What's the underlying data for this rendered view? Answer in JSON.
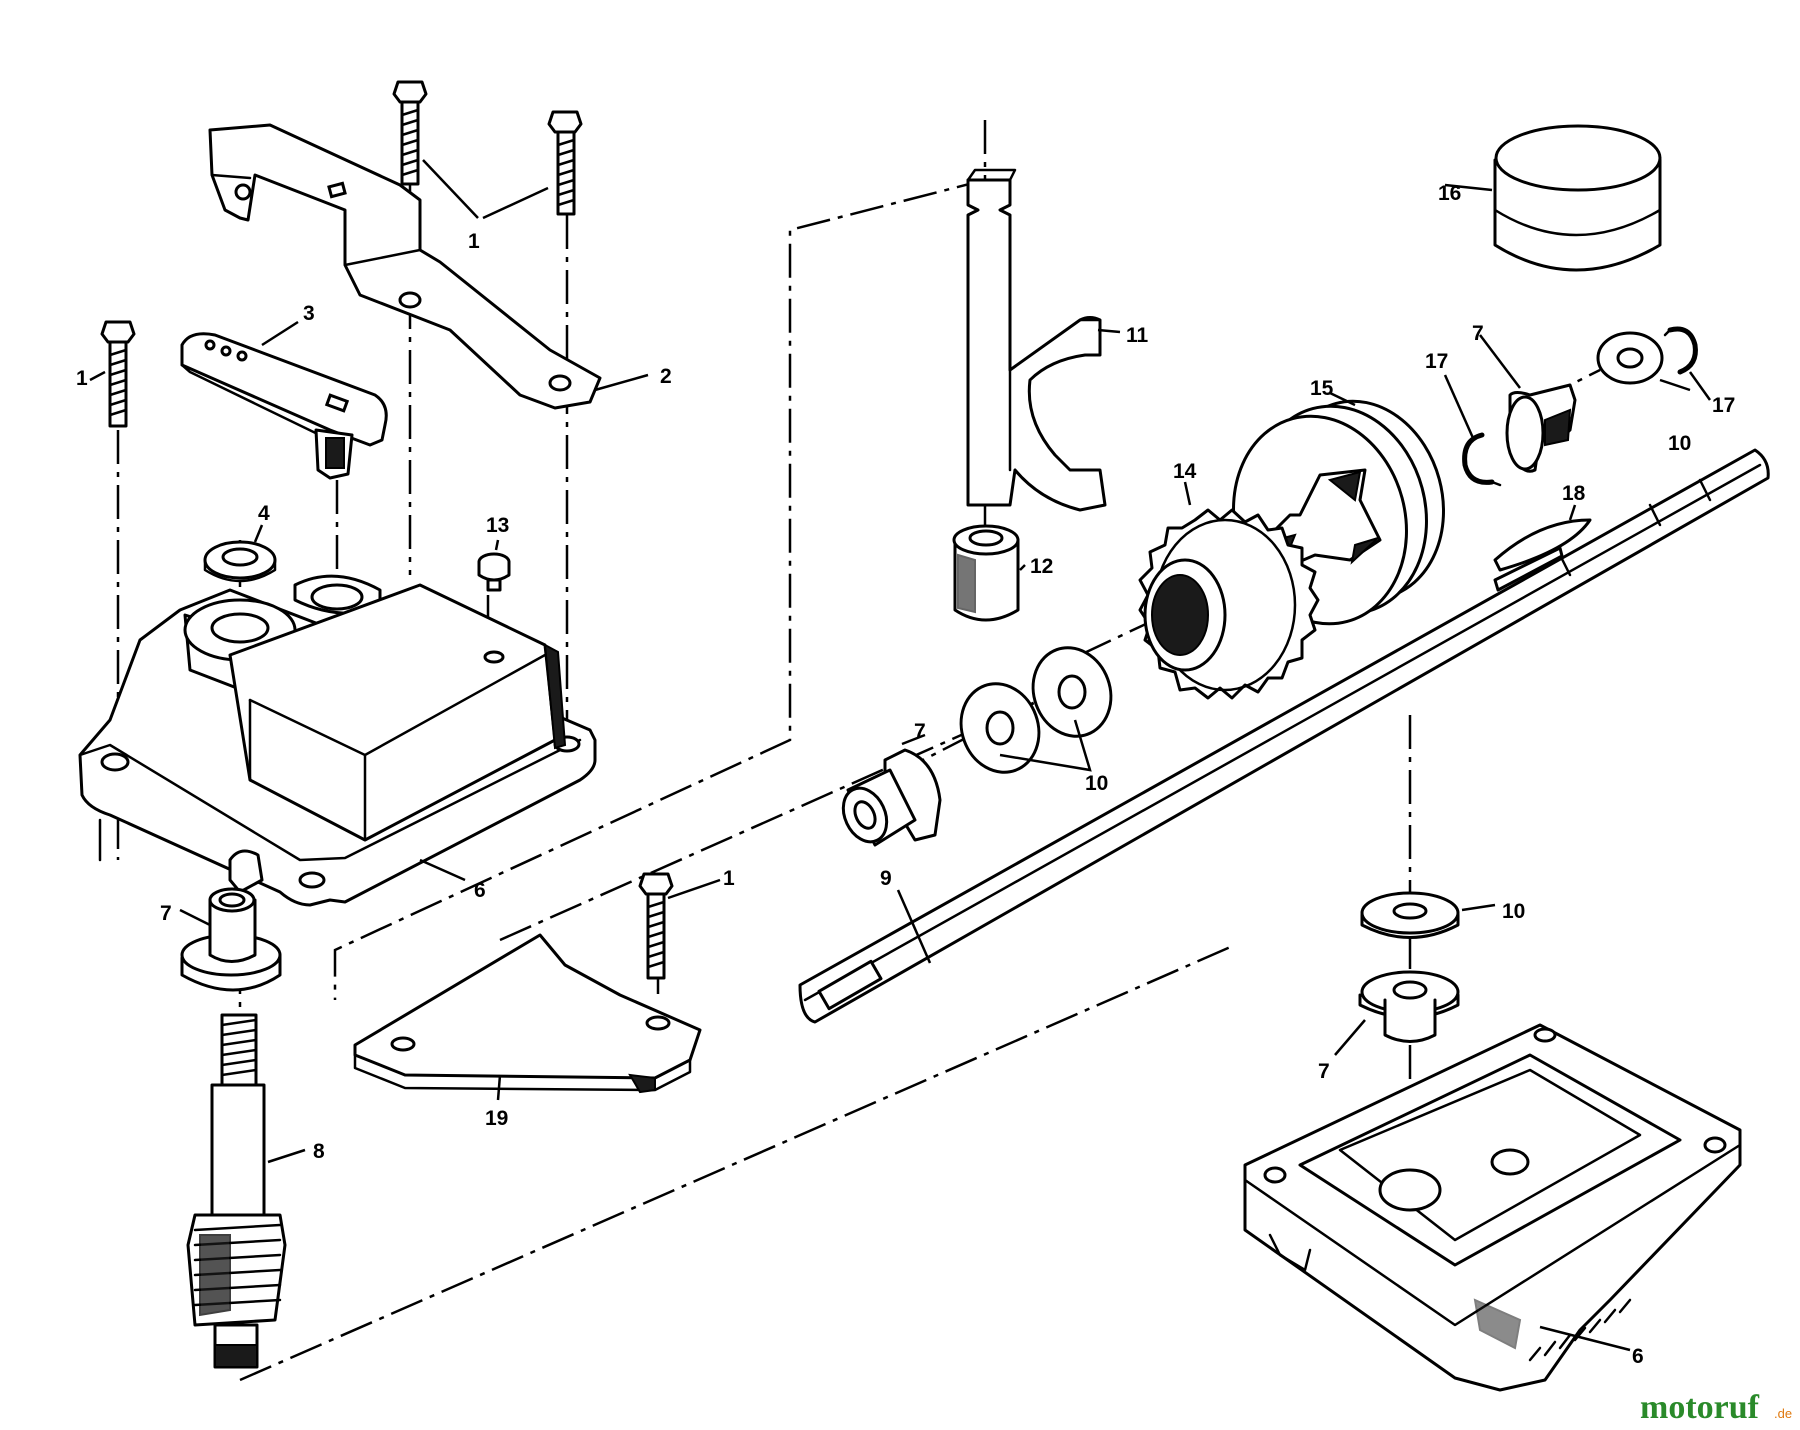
{
  "callouts": {
    "c1_top": "1",
    "c1_left": "1",
    "c1_bottom": "1",
    "c2": "2",
    "c3": "3",
    "c4": "4",
    "c6_housing": "6",
    "c6_cover": "6",
    "c7_left": "7",
    "c7_mid": "7",
    "c7_right_top": "7",
    "c7_right_bottom": "7",
    "c8": "8",
    "c9": "9",
    "c10_mid": "10",
    "c10_right_top": "10",
    "c10_right_bottom": "10",
    "c11": "11",
    "c12": "12",
    "c13": "13",
    "c14": "14",
    "c15": "15",
    "c16": "16",
    "c17_left": "17",
    "c17_right": "17",
    "c18": "18",
    "c19": "19"
  },
  "watermark": {
    "brand_main": "motoruf",
    "brand_suffix": ".de",
    "color_main": "#2a8a2a",
    "color_accent": "#e07a10"
  }
}
